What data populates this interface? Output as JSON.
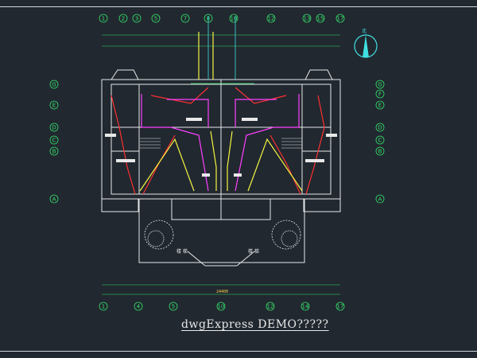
{
  "caption": "dwgExpress DEMO?????",
  "top_axes": [
    "1",
    "2",
    "3",
    "5",
    "7",
    "8",
    "10",
    "12",
    "13",
    "15",
    "17"
  ],
  "bottom_axes": [
    "1",
    "4",
    "5",
    "10",
    "12",
    "14",
    "17"
  ],
  "left_axes": [
    "G",
    "E",
    "D",
    "C",
    "B",
    "A"
  ],
  "right_axes": [
    "G",
    "F",
    "E",
    "D",
    "C",
    "B",
    "A"
  ],
  "total_dim": "24400",
  "north_label": "北",
  "room_labels": [
    "楼 梯",
    "楼 梯"
  ],
  "colors": {
    "bg": "#212830",
    "wall": "#e8e8e8",
    "axis": "#36e06a",
    "dim": "#f5d04a",
    "wire_red": "#ff3030",
    "wire_mag": "#ff40ff",
    "wire_yel": "#f5f540",
    "cyan": "#40e0e0"
  }
}
